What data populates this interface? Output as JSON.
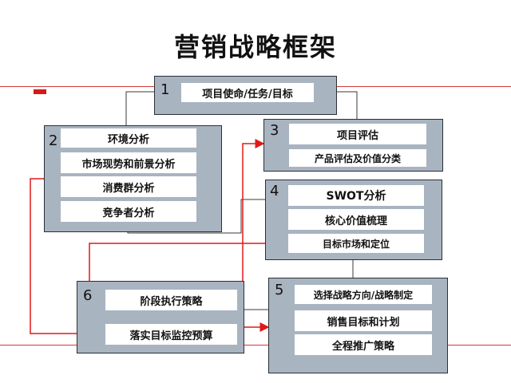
{
  "title": "营销战略框架",
  "colors": {
    "panel": "#a9b4c1",
    "accent_red": "#e01818",
    "connector": "#3a3a3a"
  },
  "boxes": {
    "b1": {
      "num": "1",
      "items": [
        "项目使命/任务/目标"
      ]
    },
    "b2": {
      "num": "2",
      "items": [
        "环境分析",
        "市场现势和前景分析",
        "消费群分析",
        "竞争者分析"
      ]
    },
    "b3": {
      "num": "3",
      "items": [
        "项目评估",
        "产品评估及价值分类"
      ]
    },
    "b4": {
      "num": "4",
      "items": [
        "SWOT分析",
        "核心价值梳理",
        "目标市场和定位"
      ]
    },
    "b5": {
      "num": "5",
      "items": [
        "选择战略方向/战略制定",
        "销售目标和计划",
        "全程推广策略"
      ]
    },
    "b6": {
      "num": "6",
      "items": [
        "阶段执行策略",
        "落实目标监控预算"
      ]
    }
  }
}
